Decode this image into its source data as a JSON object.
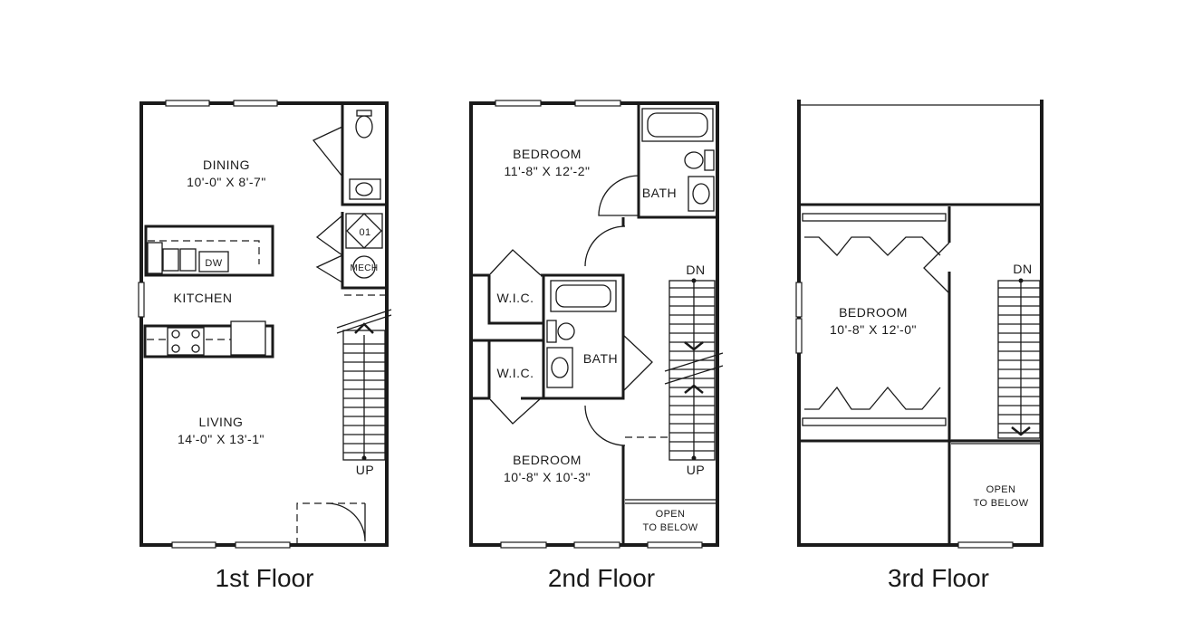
{
  "floors": [
    {
      "caption": "1st Floor",
      "rooms": [
        {
          "name": "DINING",
          "size": "10'-0\" X 8'-7\""
        },
        {
          "name": "KITCHEN"
        },
        {
          "name": "LIVING",
          "size": "14'-0\" X 13'-1\""
        }
      ],
      "fixtures": {
        "dishwasher": "DW",
        "closet": "01",
        "mech": "MECH"
      },
      "stairs": {
        "up": "UP"
      }
    },
    {
      "caption": "2nd Floor",
      "rooms": [
        {
          "name": "BEDROOM",
          "size": "11'-8\" X 12'-2\""
        },
        {
          "name": "BATH"
        },
        {
          "name": "W.I.C."
        },
        {
          "name": "BATH"
        },
        {
          "name": "W.I.C."
        },
        {
          "name": "BEDROOM",
          "size": "10'-8\" X 10'-3\""
        }
      ],
      "stairs": {
        "down": "DN",
        "up": "UP"
      },
      "open_to_below": [
        "OPEN",
        "TO BELOW"
      ]
    },
    {
      "caption": "3rd Floor",
      "rooms": [
        {
          "name": "BEDROOM",
          "size": "10'-8\" X 12'-0\""
        }
      ],
      "stairs": {
        "down": "DN"
      },
      "open_to_below": [
        "OPEN",
        "TO BELOW"
      ]
    }
  ]
}
